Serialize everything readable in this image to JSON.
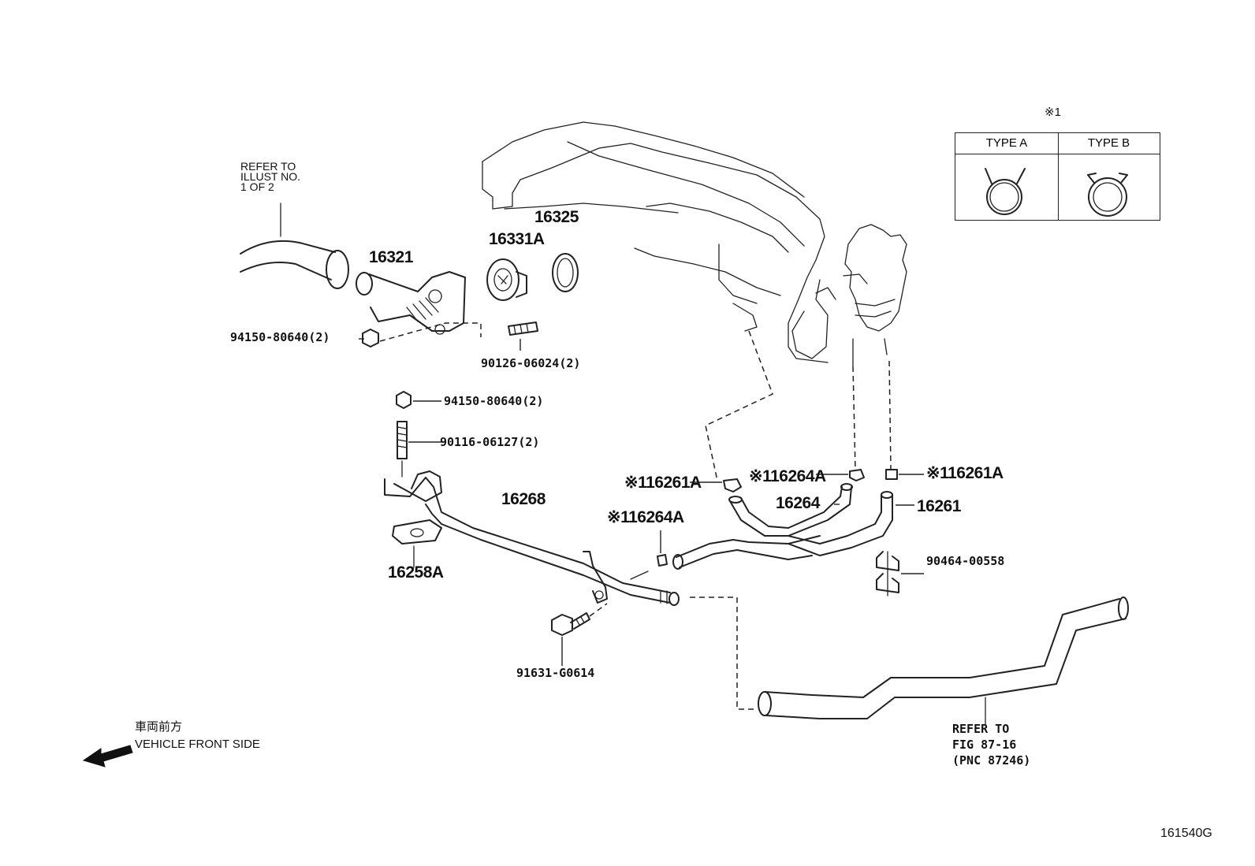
{
  "diagram_id": "161540G",
  "vehicle_front": {
    "jp": "車両前方",
    "en": "VEHICLE FRONT SIDE"
  },
  "refer_top": "REFER TO\nILLUST NO.\n1 OF 2",
  "refer_bottom": "REFER TO\nFIG 87-16\n(PNC 87246)",
  "clamp_legend": {
    "mark": "※1",
    "type_a": "TYPE A",
    "type_b": "TYPE B"
  },
  "parts": {
    "p16321": "16321",
    "p16331A": "16331A",
    "p16325": "16325",
    "nut_top": "94150-80640(2)",
    "stud_top": "90126-06024(2)",
    "nut_left": "94150-80640(2)",
    "stud_left": "90116-06127(2)",
    "p16258A": "16258A",
    "p16268": "16268",
    "bolt": "91631-G0614",
    "clamp_a_mid": "※116261A",
    "clamp_b_mid": "※116264A",
    "clamp_b_right": "※116264A",
    "clamp_a_right": "※116261A",
    "p16264": "16264",
    "p16261": "16261",
    "clip": "90464-00558"
  }
}
